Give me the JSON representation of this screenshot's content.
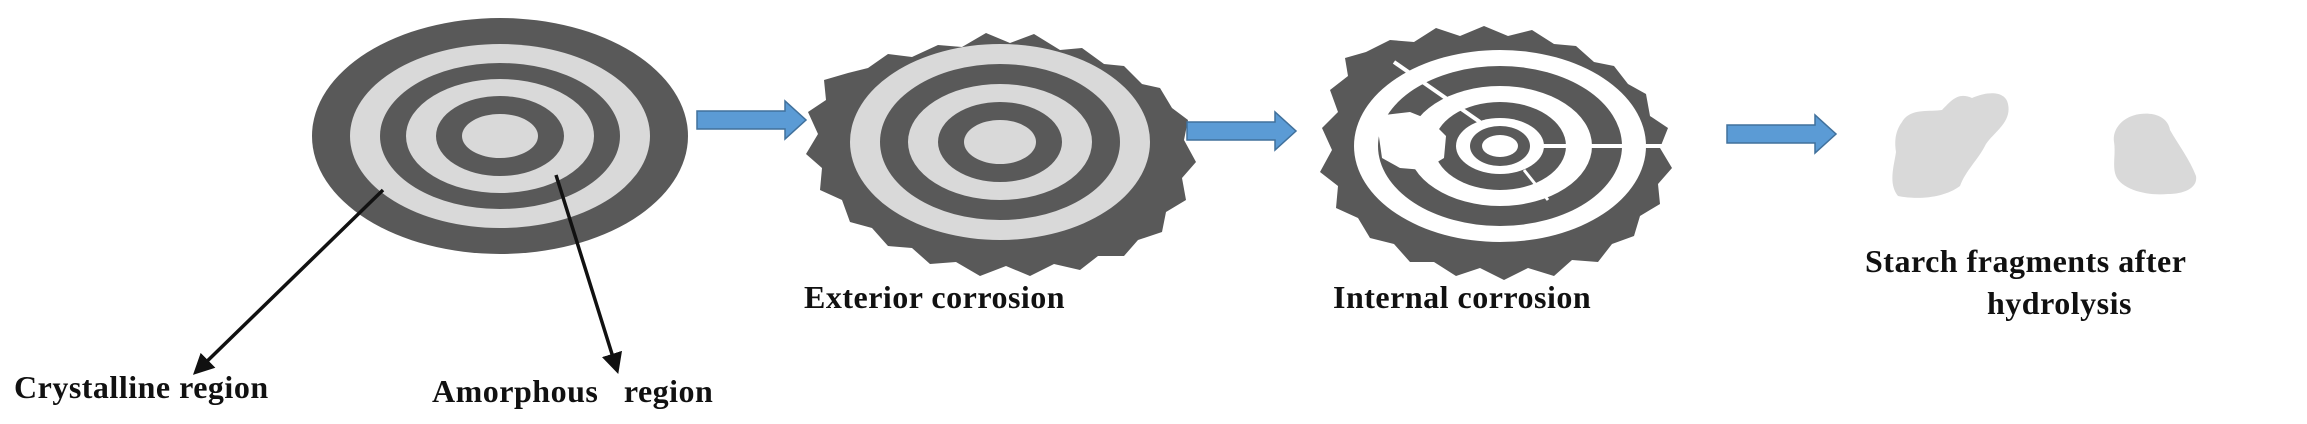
{
  "labels": {
    "crystalline": "Crystalline region",
    "amorphous": "Amorphous   region",
    "exterior": "Exterior corrosion",
    "internal": "Internal corrosion",
    "fragments_line1": "Starch fragments after",
    "fragments_line2": "hydrolysis"
  },
  "colors": {
    "dark": "#595959",
    "light": "#d9d9d9",
    "arrow": "#5b9bd5",
    "arrow_outline": "#41719c",
    "fragment": "#d9d9d9",
    "pointer": "#111111"
  }
}
